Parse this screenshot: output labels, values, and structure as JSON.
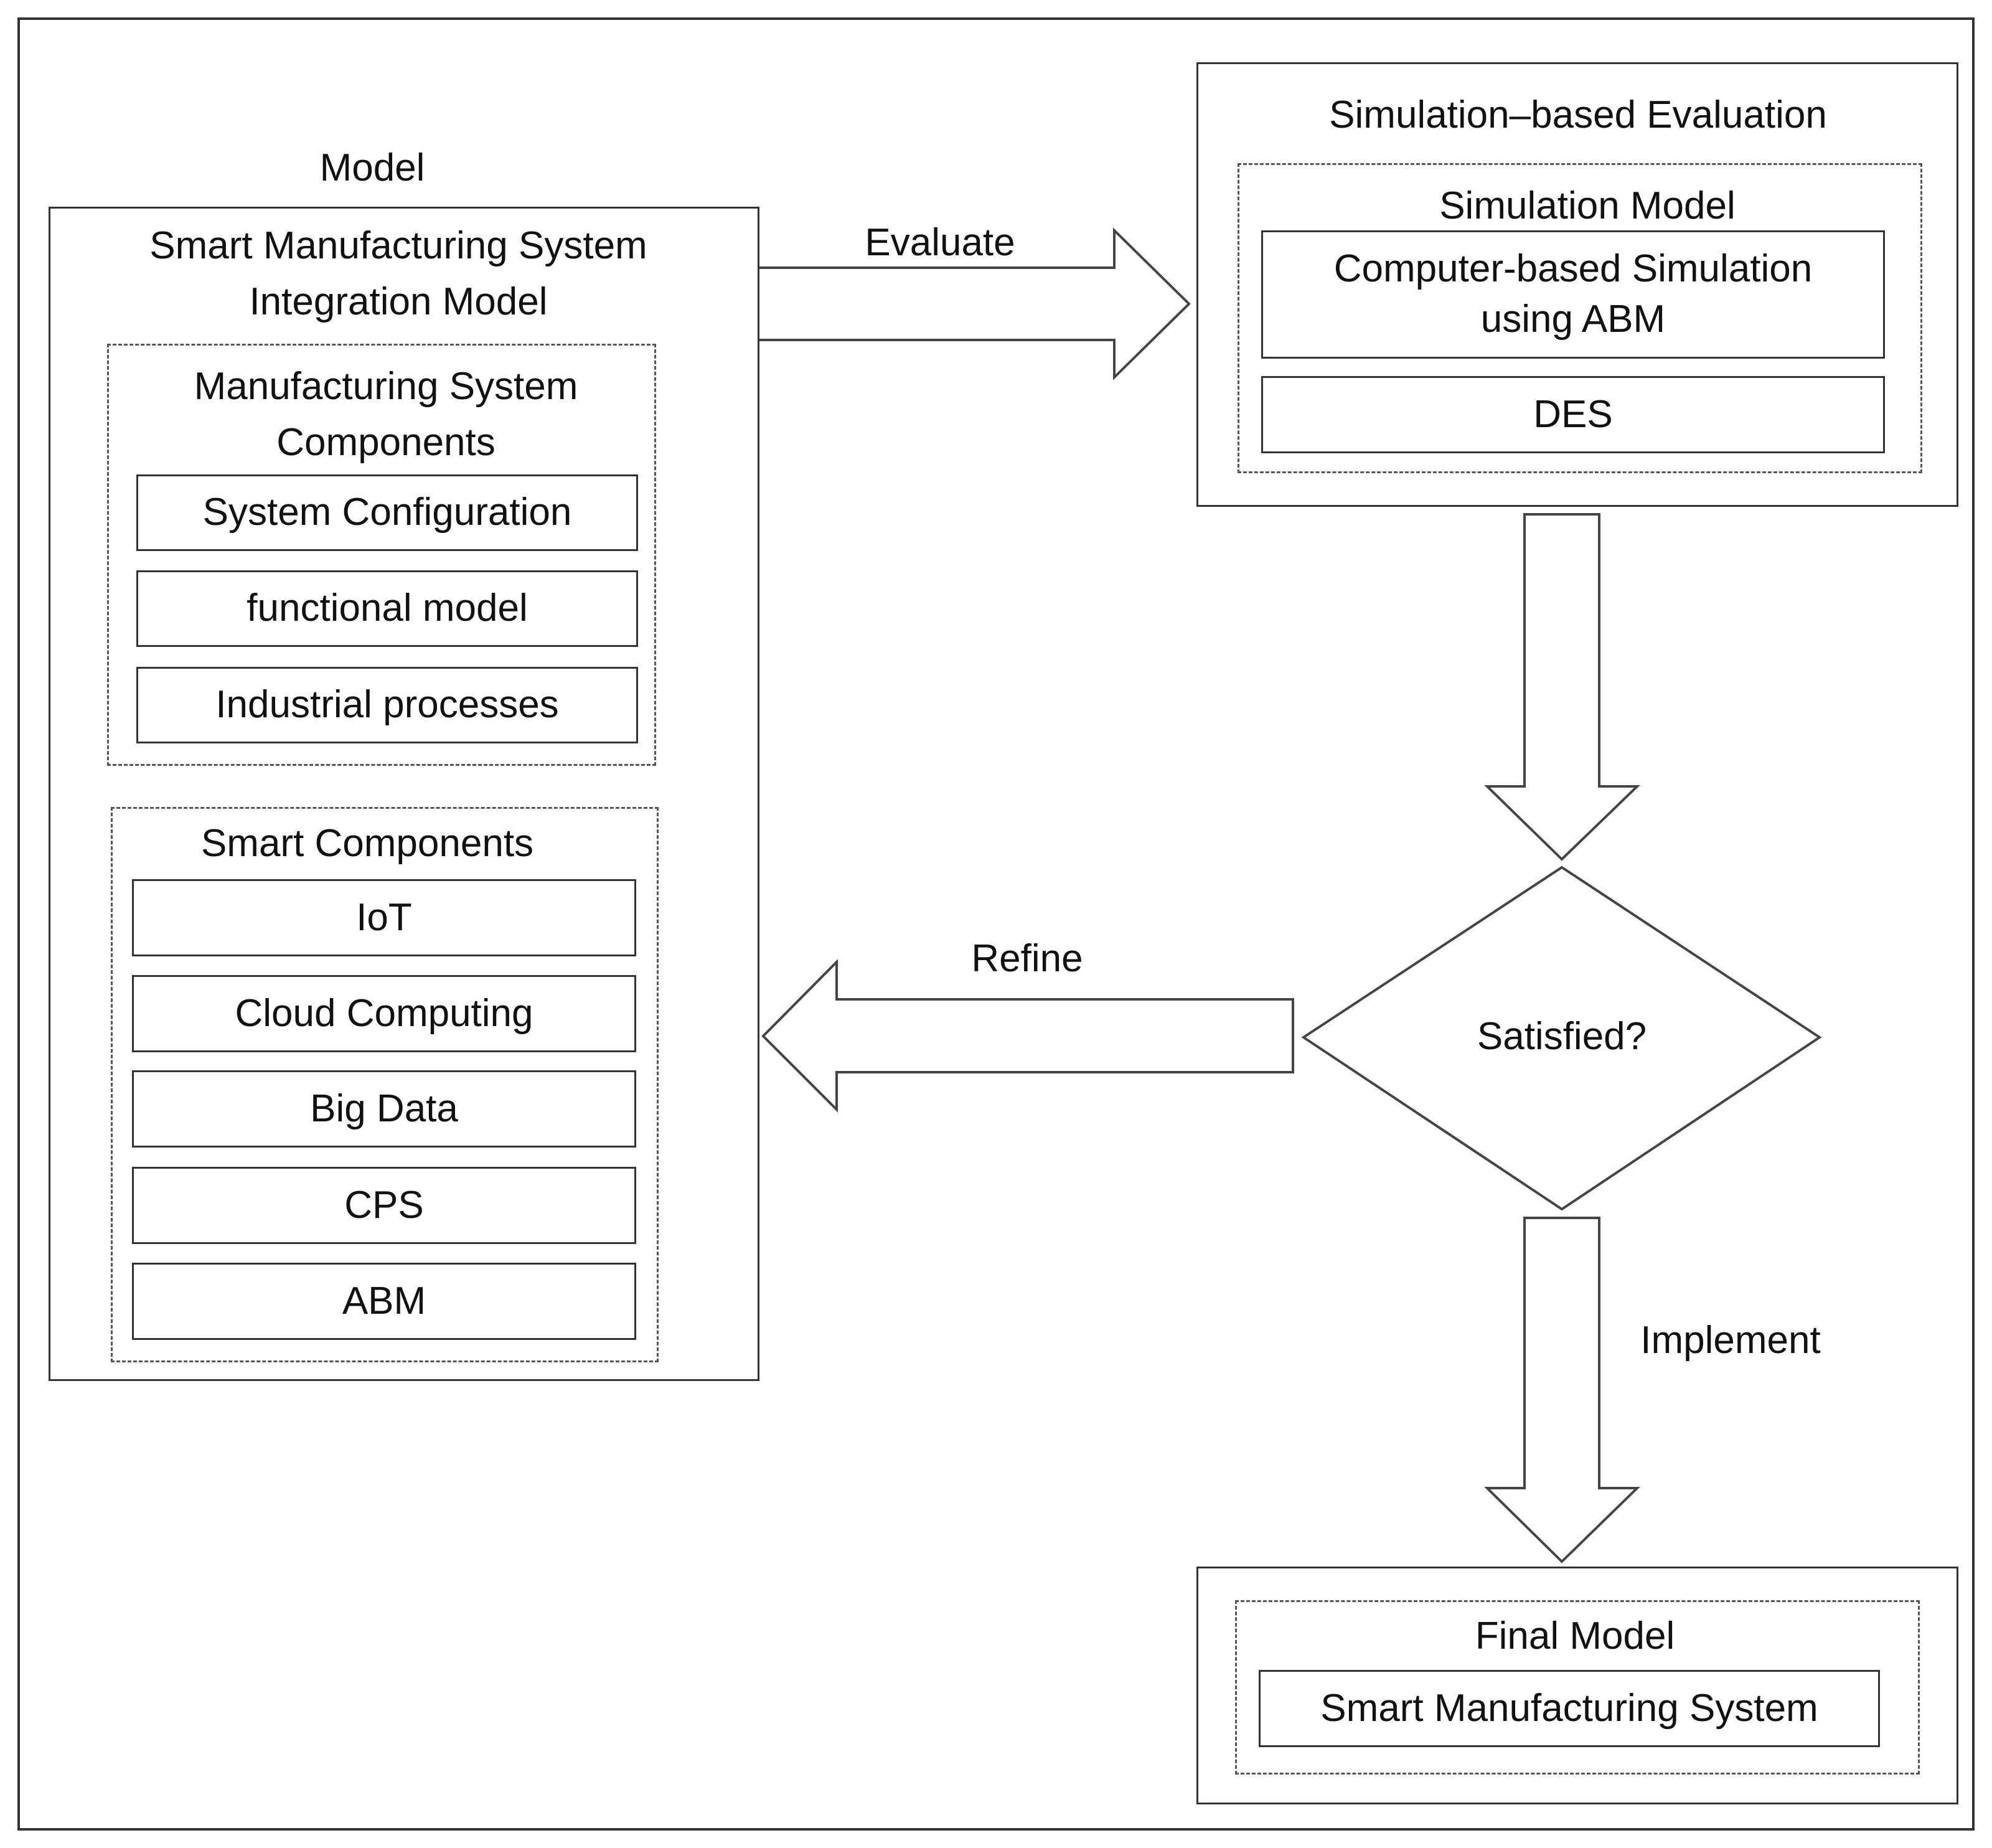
{
  "model_label": "Model",
  "integration_model": {
    "title": "Smart Manufacturing System Integration Model",
    "manufacturing_components": {
      "title": "Manufacturing System Components",
      "items": [
        "System Configuration",
        "functional model",
        "Industrial processes"
      ]
    },
    "smart_components": {
      "title": "Smart Components",
      "items": [
        "IoT",
        "Cloud Computing",
        "Big Data",
        "CPS",
        "ABM"
      ]
    }
  },
  "evaluate_label": "Evaluate",
  "simulation_evaluation": {
    "title": "Simulation–based Evaluation",
    "simulation_model": {
      "title": "Simulation Model",
      "items": [
        "Computer-based Simulation using ABM",
        "DES"
      ]
    }
  },
  "decision_label": "Satisfied?",
  "refine_label": "Refine",
  "implement_label": "Implement",
  "final_model": {
    "title": "Final Model",
    "item": "Smart Manufacturing System"
  }
}
